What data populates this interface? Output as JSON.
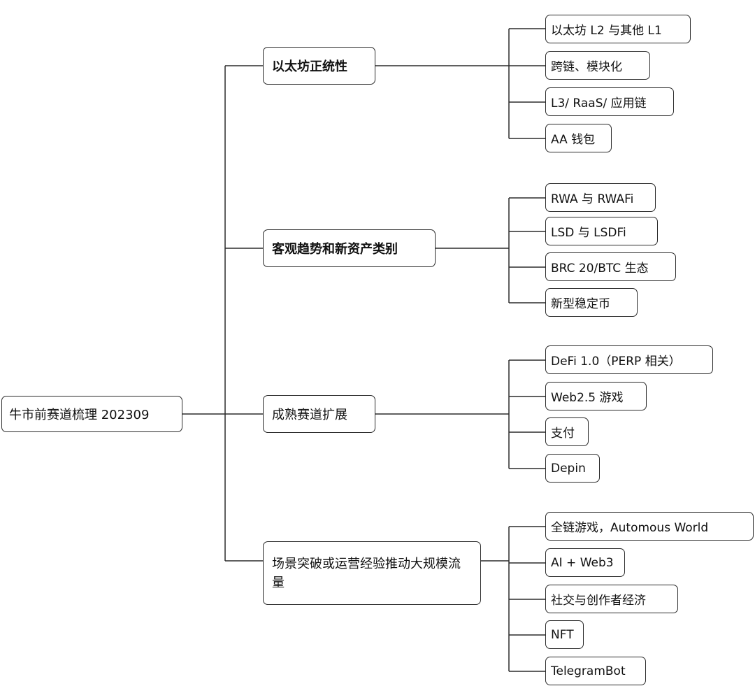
{
  "root": {
    "label": "牛市前赛道梳理 202309"
  },
  "branches": [
    {
      "label": "以太坊正统性",
      "bold": true,
      "children": [
        "以太坊 L2 与其他 L1",
        "跨链、模块化",
        "L3/ RaaS/ 应用链",
        "AA 钱包"
      ]
    },
    {
      "label": "客观趋势和新资产类别",
      "bold": true,
      "children": [
        "RWA 与 RWAFi",
        "LSD 与 LSDFi",
        "BRC 20/BTC 生态",
        "新型稳定币"
      ]
    },
    {
      "label": "成熟赛道扩展",
      "bold": false,
      "children": [
        "DeFi 1.0（PERP 相关）",
        "Web2.5 游戏",
        "支付",
        "Depin"
      ]
    },
    {
      "label": "场景突破或运营经验推动大规模流量",
      "bold": false,
      "children": [
        "全链游戏，Automous World",
        "AI + Web3",
        "社交与创作者经济",
        "NFT",
        "TelegramBot"
      ]
    }
  ],
  "colors": {
    "line": "#2b2b2b",
    "border": "#2b2b2b",
    "text": "#111111",
    "background": "#ffffff"
  }
}
